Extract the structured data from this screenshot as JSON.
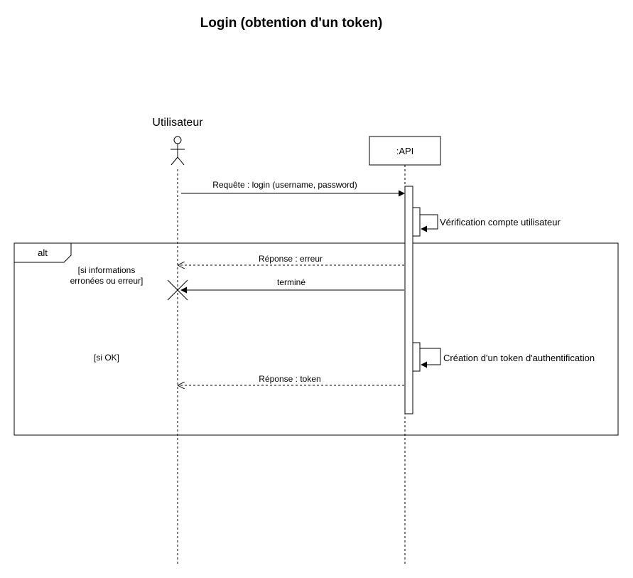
{
  "diagram": {
    "title": "Login (obtention d'un token)",
    "actor": {
      "name": "Utilisateur"
    },
    "participant": {
      "name": ":API"
    },
    "messages": {
      "login": "Requête : login (username, password)",
      "verification": "Vérification compte utilisateur",
      "error_response": "Réponse : erreur",
      "terminated": "terminé",
      "token_creation": "Création d'un token d'authentification",
      "token_response": "Réponse : token"
    },
    "fragment": {
      "operator": "alt",
      "guard1_line1": "[si informations",
      "guard1_line2": "erronées ou erreur]",
      "guard2": "[si OK]"
    }
  }
}
